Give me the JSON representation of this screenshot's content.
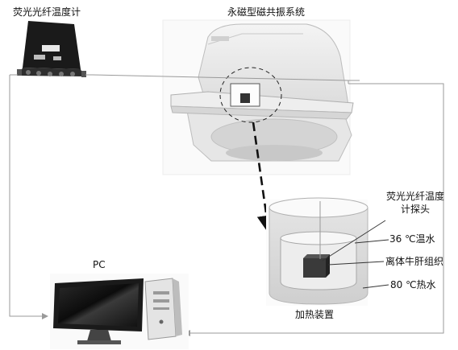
{
  "labels": {
    "thermometer": "荧光光纤温度计",
    "mri_system": "永磁型磁共振系统",
    "probe_line1": "荧光光纤温度",
    "probe_line2": "计探头",
    "warm_water": "36 ℃温水",
    "tissue": "离体牛肝组织",
    "hot_water": "80 ℃热水",
    "heater": "加热装置",
    "pc": "PC"
  }
}
